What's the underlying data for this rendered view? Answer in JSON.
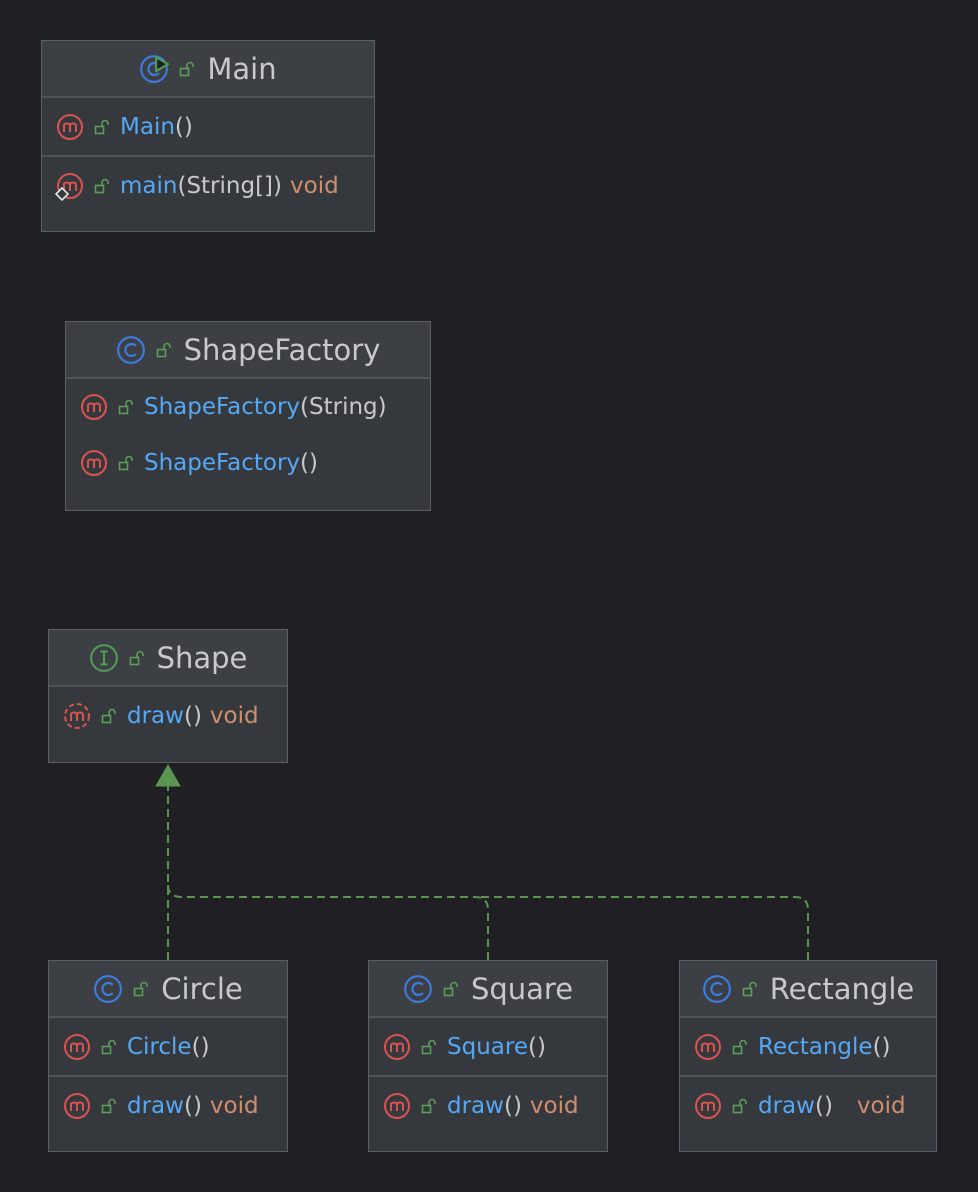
{
  "classes": {
    "main": {
      "name": "Main",
      "methods": [
        {
          "name": "Main",
          "params": "()",
          "type": ""
        },
        {
          "name": "main",
          "params": "(String[])",
          "type": "void"
        }
      ]
    },
    "shapefactory": {
      "name": "ShapeFactory",
      "methods": [
        {
          "name": "ShapeFactory",
          "params": "(String)",
          "type": ""
        },
        {
          "name": "ShapeFactory",
          "params": "()",
          "type": ""
        }
      ]
    },
    "shape": {
      "name": "Shape",
      "methods": [
        {
          "name": "draw",
          "params": "()",
          "type": "void"
        }
      ]
    },
    "circle": {
      "name": "Circle",
      "methods": [
        {
          "name": "Circle",
          "params": "()",
          "type": ""
        },
        {
          "name": "draw",
          "params": "()",
          "type": "void"
        }
      ]
    },
    "square": {
      "name": "Square",
      "methods": [
        {
          "name": "Square",
          "params": "()",
          "type": ""
        },
        {
          "name": "draw",
          "params": "()",
          "type": "void"
        }
      ]
    },
    "rectangle": {
      "name": "Rectangle",
      "methods": [
        {
          "name": "Rectangle",
          "params": "()",
          "type": ""
        },
        {
          "name": "draw",
          "params": "()",
          "type": "void"
        }
      ]
    }
  },
  "colors": {
    "background": "#1f1f24",
    "method_name": "#56a8f5",
    "return_type": "#cf8e6d",
    "plain_text": "#c7c9cc",
    "class_icon": "#3d7be0",
    "method_icon": "#d9534f",
    "interface_icon": "#4f9a55",
    "access_icon": "#5a9e57",
    "realization_edge": "#5a9651"
  }
}
